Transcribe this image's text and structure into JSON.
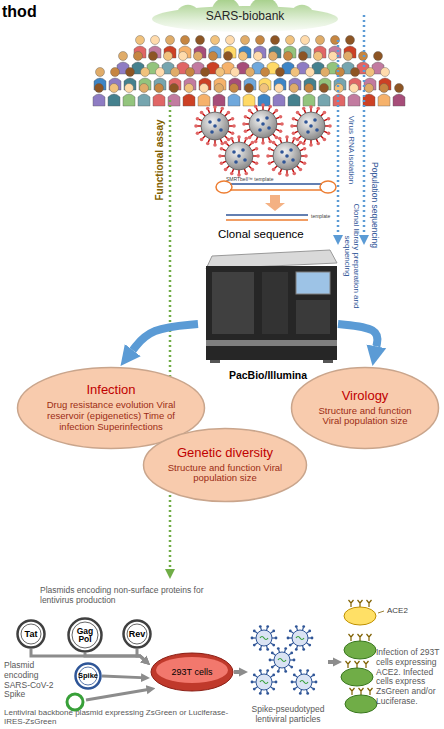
{
  "diagram": {
    "title": "thod",
    "nodes": [
      {
        "text": [
          "SARS-biobank"
        ]
      },
      {
        "text": [
          "PacBio/Illumina"
        ]
      },
      {
        "text": [
          "Infection",
          "Drug resistance evolution Viral reservoir (epigenetics) Time of infection Superinfections"
        ]
      },
      {
        "text": [
          "Virology",
          "Structure and function Viral population size"
        ]
      },
      {
        "text": [
          "Genetic diversity",
          "Structure and function Viral population size"
        ]
      },
      {
        "text": [
          "Tat"
        ]
      },
      {
        "text": [
          "Gag Pol"
        ]
      },
      {
        "text": [
          "Rev"
        ]
      },
      {
        "text": [
          "Spike"
        ]
      },
      {
        "text": [
          "293T cells"
        ]
      },
      {
        "text": [
          "Spike-pseudotyped lentiviral particles"
        ]
      },
      {
        "text": [
          "Infection of 293T cells expressing ACE2. Infected cells express ZsGreen and/or Luciferase."
        ]
      }
    ],
    "edges": [
      {
        "from": 1,
        "to": 2,
        "arrow": "to"
      },
      {
        "from": 1,
        "to": 3,
        "arrow": "to"
      },
      {
        "from": 5,
        "to": 9,
        "arrow": "to"
      },
      {
        "from": 6,
        "to": 9,
        "arrow": "to"
      },
      {
        "from": 7,
        "to": 9,
        "arrow": "to"
      },
      {
        "from": 8,
        "to": 9,
        "arrow": "to"
      },
      {
        "from": 9,
        "to": 10,
        "arrow": "to"
      },
      {
        "from": 10,
        "to": 11,
        "arrow": "to"
      }
    ],
    "labels": [
      "Functional assay",
      "Virus RNA isolation",
      "Clonal library preparation and sequencing",
      "Population sequencing",
      "SMRTbell™ template",
      "template",
      "Clonal sequence",
      "Plasmids encoding non-surface proteins for lentivirus production",
      "Plasmid encoding SARS-CoV-2 Spike",
      "Lentiviral backbone plasmid expressing ZsGreen or Luciferase-IRES-ZsGreen",
      "ACE2"
    ]
  }
}
